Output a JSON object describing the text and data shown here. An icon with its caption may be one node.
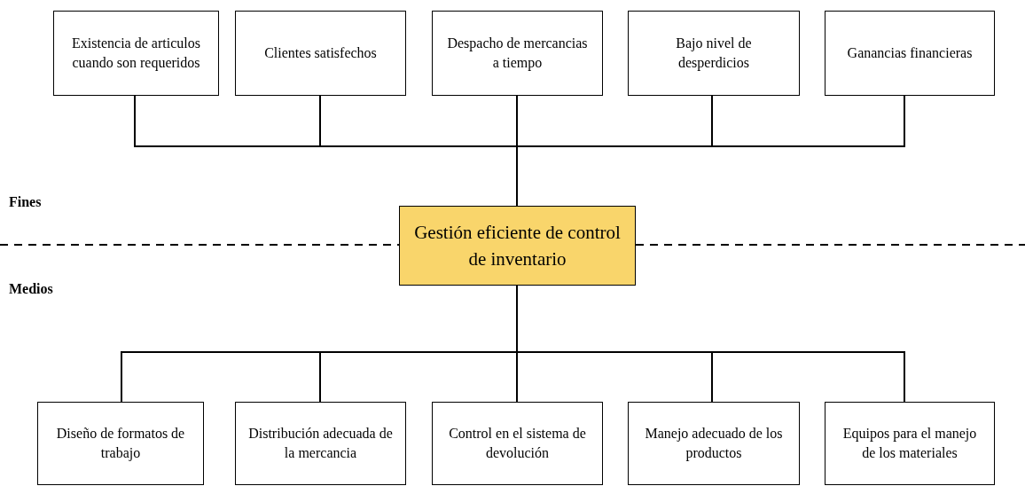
{
  "diagram": {
    "nodes": [
      {
        "text": [
          "Existencia de articulos cuando son requeridos"
        ]
      },
      {
        "text": [
          "Clientes satisfechos"
        ]
      },
      {
        "text": [
          "Despacho de mercancias a tiempo"
        ]
      },
      {
        "text": [
          "Bajo nivel de desperdicios"
        ]
      },
      {
        "text": [
          "Ganancias financieras"
        ]
      },
      {
        "text": [
          "Gestión eficiente de control de inventario"
        ]
      },
      {
        "text": [
          "Diseño de formatos de trabajo"
        ]
      },
      {
        "text": [
          "Distribución adecuada de la mercancia"
        ]
      },
      {
        "text": [
          "Control en el sistema de devolución"
        ]
      },
      {
        "text": [
          "Manejo adecuado de los productos"
        ]
      },
      {
        "text": [
          "Equipos para el manejo de los materiales"
        ]
      }
    ],
    "edges": [
      {
        "from": 5,
        "to": 0,
        "arrow": "none"
      },
      {
        "from": 5,
        "to": 1,
        "arrow": "none"
      },
      {
        "from": 5,
        "to": 2,
        "arrow": "none"
      },
      {
        "from": 5,
        "to": 3,
        "arrow": "none"
      },
      {
        "from": 5,
        "to": 4,
        "arrow": "none"
      },
      {
        "from": 5,
        "to": 6,
        "arrow": "none"
      },
      {
        "from": 5,
        "to": 7,
        "arrow": "none"
      },
      {
        "from": 5,
        "to": 8,
        "arrow": "none"
      },
      {
        "from": 5,
        "to": 9,
        "arrow": "none"
      },
      {
        "from": 5,
        "to": 10,
        "arrow": "none"
      }
    ],
    "labels": [
      "Fines",
      "Medios"
    ]
  }
}
